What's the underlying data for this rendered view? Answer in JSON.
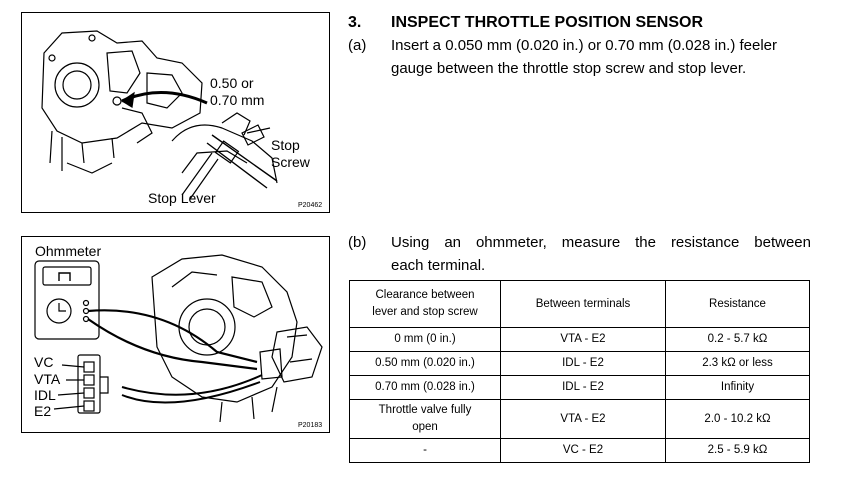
{
  "step": {
    "number": "3.",
    "title": "INSPECT THROTTLE POSITION SENSOR"
  },
  "para_a": {
    "mark": "(a)",
    "line1": "Insert a 0.050 mm (0.020 in.) or 0.70 mm (0.028 in.) feeler",
    "line2": "gauge between the throttle stop screw  and stop lever."
  },
  "para_b": {
    "mark": "(b)",
    "line1": "Using an ohmmeter, measure the resistance between",
    "line2": "each terminal."
  },
  "figure1": {
    "gauge_label_1": "0.50 or",
    "gauge_label_2": "0.70 mm",
    "stop_screw_1": "Stop",
    "stop_screw_2": "Screw",
    "stop_lever": "Stop Lever",
    "code": "P20462"
  },
  "figure2": {
    "ohmmeter": "Ohmmeter",
    "terminals": [
      "VC",
      "VTA",
      "IDL",
      "E2"
    ],
    "code": "P20183"
  },
  "table": {
    "headers": [
      [
        "Clearance between",
        "lever and stop screw"
      ],
      "Between terminals",
      "Resistance"
    ],
    "rows": [
      [
        [
          "0 mm (0 in.)"
        ],
        "VTA - E2",
        "0.2 - 5.7 kΩ"
      ],
      [
        [
          "0.50 mm (0.020 in.)"
        ],
        "IDL - E2",
        "2.3 kΩ or less"
      ],
      [
        [
          "0.70 mm (0.028 in.)"
        ],
        "IDL - E2",
        "Infinity"
      ],
      [
        [
          "Throttle valve fully",
          "open"
        ],
        "VTA - E2",
        "2.0 - 10.2 kΩ"
      ],
      [
        [
          "-"
        ],
        "VC - E2",
        "2.5 - 5.9 kΩ"
      ]
    ]
  }
}
